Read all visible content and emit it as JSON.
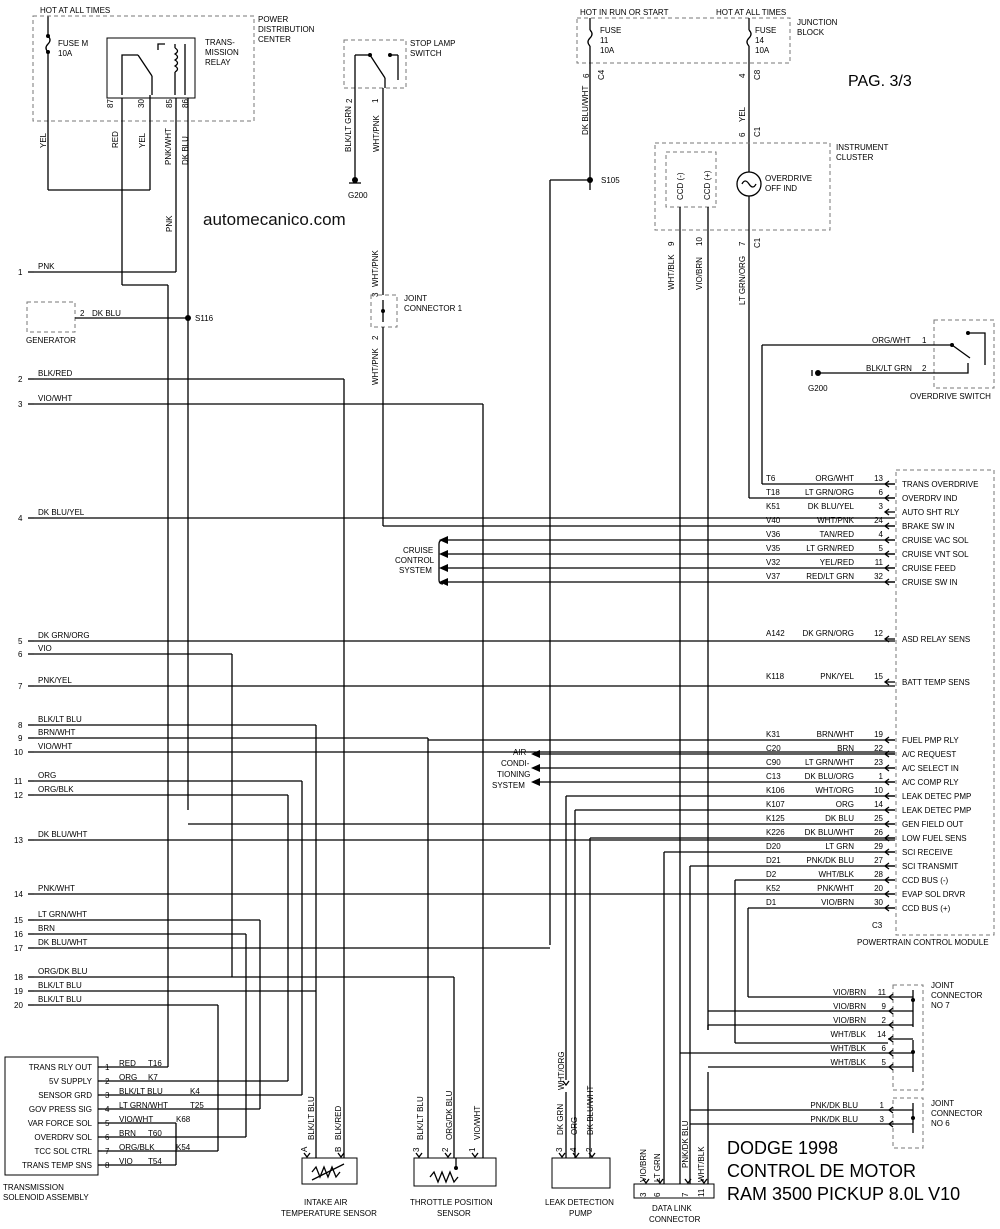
{
  "header": {
    "page": "PAG. 3/3",
    "watermark": "automecanico.com",
    "title_lines": [
      "DODGE 1998",
      "CONTROL DE MOTOR",
      "RAM 3500 PICKUP 8.0L V10"
    ]
  },
  "power": {
    "hot_at_all_times_left": "HOT AT ALL TIMES",
    "pdc": [
      "POWER",
      "DISTRIBUTION",
      "CENTER"
    ],
    "fuse_m": [
      "FUSE M",
      "10A"
    ],
    "relay": [
      "TRANS-",
      "MISSION",
      "RELAY"
    ],
    "relay_pins": [
      "87",
      "30",
      "85",
      "86"
    ],
    "relay_wires": [
      "YEL",
      "RED",
      "YEL",
      "PNK/WHT",
      "DK BLU"
    ],
    "pnk": "PNK",
    "hot_in_run": "HOT IN RUN OR START",
    "hot_at_all_times_right": "HOT AT ALL TIMES",
    "junction_block": [
      "JUNCTION",
      "BLOCK"
    ],
    "fuse_11": [
      "FUSE",
      "11",
      "10A"
    ],
    "fuse_14": [
      "FUSE",
      "14",
      "10A"
    ],
    "c4_pin": "6",
    "c4": "C4",
    "c8_pin": "4",
    "c8": "C8",
    "dk_blu_wht": "DK BLU/WHT",
    "s105": "S105",
    "s116": "S116",
    "yel": "YEL",
    "c1_pin_top": "6",
    "c1": "C1"
  },
  "stop_lamp": {
    "label": [
      "STOP LAMP",
      "SWITCH"
    ],
    "pin2": "2",
    "pin1": "1",
    "wire_left": "BLK/LT GRN",
    "wire_right": "WHT/PNK",
    "ground": "G200"
  },
  "joint1": {
    "label": [
      "JOINT",
      "CONNECTOR 1"
    ],
    "pin3": "3",
    "pin2": "2",
    "wire_top": "WHT/PNK",
    "wire_bot": "WHT/PNK"
  },
  "generator": {
    "label": "GENERATOR",
    "pin": "2",
    "wire": "DK BLU"
  },
  "cluster": {
    "label": [
      "INSTRUMENT",
      "CLUSTER"
    ],
    "ccd_minus": "CCD (-)",
    "ccd_plus": "CCD (+)",
    "overdrive": [
      "OVERDRIVE",
      "OFF IND"
    ],
    "pins": [
      "9",
      "10",
      "7"
    ],
    "c1": "C1",
    "wires": [
      "WHT/BLK",
      "VIO/BRN",
      "LT GRN/ORG"
    ]
  },
  "overdrive_switch": {
    "label": "OVERDRIVE SWITCH",
    "rows": [
      {
        "wire": "ORG/WHT",
        "pin": "1"
      },
      {
        "wire": "BLK/LT GRN",
        "pin": "2"
      }
    ],
    "ground": "G200"
  },
  "left_wires": [
    {
      "n": "1",
      "wire": "PNK"
    },
    {
      "n": "2",
      "wire": "BLK/RED"
    },
    {
      "n": "3",
      "wire": "VIO/WHT"
    },
    {
      "n": "4",
      "wire": "DK BLU/YEL"
    },
    {
      "n": "5",
      "wire": "DK GRN/ORG"
    },
    {
      "n": "6",
      "wire": "VIO"
    },
    {
      "n": "7",
      "wire": "PNK/YEL"
    },
    {
      "n": "8",
      "wire": "BLK/LT BLU"
    },
    {
      "n": "9",
      "wire": "BRN/WHT"
    },
    {
      "n": "10",
      "wire": "VIO/WHT"
    },
    {
      "n": "11",
      "wire": "ORG"
    },
    {
      "n": "12",
      "wire": "ORG/BLK"
    },
    {
      "n": "13",
      "wire": "DK BLU/WHT"
    },
    {
      "n": "14",
      "wire": "PNK/WHT"
    },
    {
      "n": "15",
      "wire": "LT GRN/WHT"
    },
    {
      "n": "16",
      "wire": "BRN"
    },
    {
      "n": "17",
      "wire": "DK BLU/WHT"
    },
    {
      "n": "18",
      "wire": "ORG/DK BLU"
    },
    {
      "n": "19",
      "wire": "BLK/LT BLU"
    },
    {
      "n": "20",
      "wire": "BLK/LT BLU"
    }
  ],
  "pcm": {
    "label": "POWERTRAIN CONTROL MODULE",
    "connector": "C3",
    "rows": [
      {
        "cav": "T6",
        "wire": "ORG/WHT",
        "pin": "13",
        "func": "TRANS OVERDRIVE"
      },
      {
        "cav": "T18",
        "wire": "LT GRN/ORG",
        "pin": "6",
        "func": "OVERDRV IND"
      },
      {
        "cav": "K51",
        "wire": "DK BLU/YEL",
        "pin": "3",
        "func": "AUTO SHT RLY"
      },
      {
        "cav": "V40",
        "wire": "WHT/PNK",
        "pin": "24",
        "func": "BRAKE SW IN"
      },
      {
        "cav": "V36",
        "wire": "TAN/RED",
        "pin": "4",
        "func": "CRUISE VAC SOL"
      },
      {
        "cav": "V35",
        "wire": "LT GRN/RED",
        "pin": "5",
        "func": "CRUISE VNT SOL"
      },
      {
        "cav": "V32",
        "wire": "YEL/RED",
        "pin": "11",
        "func": "CRUISE FEED"
      },
      {
        "cav": "V37",
        "wire": "RED/LT GRN",
        "pin": "32",
        "func": "CRUISE SW IN"
      },
      {
        "cav": "A142",
        "wire": "DK GRN/ORG",
        "pin": "12",
        "func": "ASD RELAY SENS"
      },
      {
        "cav": "K118",
        "wire": "PNK/YEL",
        "pin": "15",
        "func": "BATT TEMP SENS"
      },
      {
        "cav": "K31",
        "wire": "BRN/WHT",
        "pin": "19",
        "func": "FUEL PMP RLY"
      },
      {
        "cav": "C20",
        "wire": "BRN",
        "pin": "22",
        "func": "A/C REQUEST"
      },
      {
        "cav": "C90",
        "wire": "LT GRN/WHT",
        "pin": "23",
        "func": "A/C SELECT IN"
      },
      {
        "cav": "C13",
        "wire": "DK BLU/ORG",
        "pin": "1",
        "func": "A/C COMP RLY"
      },
      {
        "cav": "K106",
        "wire": "WHT/ORG",
        "pin": "10",
        "func": "LEAK DETEC PMP"
      },
      {
        "cav": "K107",
        "wire": "ORG",
        "pin": "14",
        "func": "LEAK DETEC PMP"
      },
      {
        "cav": "K125",
        "wire": "DK BLU",
        "pin": "25",
        "func": "GEN FIELD OUT"
      },
      {
        "cav": "K226",
        "wire": "DK BLU/WHT",
        "pin": "26",
        "func": "LOW FUEL SENS"
      },
      {
        "cav": "D20",
        "wire": "LT GRN",
        "pin": "29",
        "func": "SCI RECEIVE"
      },
      {
        "cav": "D21",
        "wire": "PNK/DK BLU",
        "pin": "27",
        "func": "SCI TRANSMIT"
      },
      {
        "cav": "D2",
        "wire": "WHT/BLK",
        "pin": "28",
        "func": "CCD BUS (-)"
      },
      {
        "cav": "K52",
        "wire": "PNK/WHT",
        "pin": "20",
        "func": "EVAP SOL DRVR"
      },
      {
        "cav": "D1",
        "wire": "VIO/BRN",
        "pin": "30",
        "func": "CCD BUS (+)"
      }
    ]
  },
  "cruise": [
    "CRUISE",
    "CONTROL",
    "SYSTEM"
  ],
  "air": [
    "AIR",
    "CONDI-",
    "TIONING",
    "SYSTEM"
  ],
  "joint7": {
    "label": [
      "JOINT",
      "CONNECTOR",
      "NO 7"
    ],
    "rows": [
      {
        "wire": "VIO/BRN",
        "pin": "11"
      },
      {
        "wire": "VIO/BRN",
        "pin": "9"
      },
      {
        "wire": "VIO/BRN",
        "pin": "2"
      },
      {
        "wire": "WHT/BLK",
        "pin": "14"
      },
      {
        "wire": "WHT/BLK",
        "pin": "6"
      },
      {
        "wire": "WHT/BLK",
        "pin": "5"
      }
    ]
  },
  "joint6": {
    "label": [
      "JOINT",
      "CONNECTOR",
      "NO 6"
    ],
    "rows": [
      {
        "wire": "PNK/DK BLU",
        "pin": "1"
      },
      {
        "wire": "PNK/DK BLU",
        "pin": "3"
      }
    ]
  },
  "tsa": {
    "label": [
      "TRANSMISSION",
      "SOLENOID ASSEMBLY"
    ],
    "rows": [
      {
        "func": "TRANS RLY OUT",
        "pin": "1",
        "wire": "RED",
        "cav": "T16"
      },
      {
        "func": "5V SUPPLY",
        "pin": "2",
        "wire": "ORG",
        "cav": "K7"
      },
      {
        "func": "SENSOR GRD",
        "pin": "3",
        "wire": "BLK/LT BLU",
        "cav": "K4"
      },
      {
        "func": "GOV PRESS SIG",
        "pin": "4",
        "wire": "LT GRN/WHT",
        "cav": "T25"
      },
      {
        "func": "VAR FORCE SOL",
        "pin": "5",
        "wire": "VIO/WHT",
        "cav": "K68"
      },
      {
        "func": "OVERDRV SOL",
        "pin": "6",
        "wire": "BRN",
        "cav": "T60"
      },
      {
        "func": "TCC SOL CTRL",
        "pin": "7",
        "wire": "ORG/BLK",
        "cav": "K54"
      },
      {
        "func": "TRANS TEMP SNS",
        "pin": "8",
        "wire": "VIO",
        "cav": "T54"
      }
    ]
  },
  "iat": {
    "label": [
      "INTAKE AIR",
      "TEMPERATURE SENSOR"
    ],
    "pins": [
      "A",
      "B"
    ],
    "wires": [
      "BLK/LT BLU",
      "BLK/RED"
    ]
  },
  "tps": {
    "label": [
      "THROTTLE POSITION",
      "SENSOR"
    ],
    "pins": [
      "3",
      "2",
      "1"
    ],
    "wires": [
      "BLK/LT BLU",
      "ORG/DK BLU",
      "VIO/WHT"
    ]
  },
  "ldp": {
    "label": [
      "LEAK DETECTION",
      "PUMP"
    ],
    "pins": [
      "3",
      "4",
      "2"
    ],
    "wires": [
      "DK GRN",
      "ORG",
      "DK BLU/WHT"
    ],
    "top_wire": "WHT/ORG"
  },
  "dlc": {
    "label": [
      "DATA LINK",
      "CONNECTOR"
    ],
    "pins": [
      "3",
      "6",
      "7",
      "11"
    ],
    "wires": [
      "VIO/BRN",
      "LT GRN",
      "PNK/DK BLU",
      "WHT/BLK"
    ]
  }
}
